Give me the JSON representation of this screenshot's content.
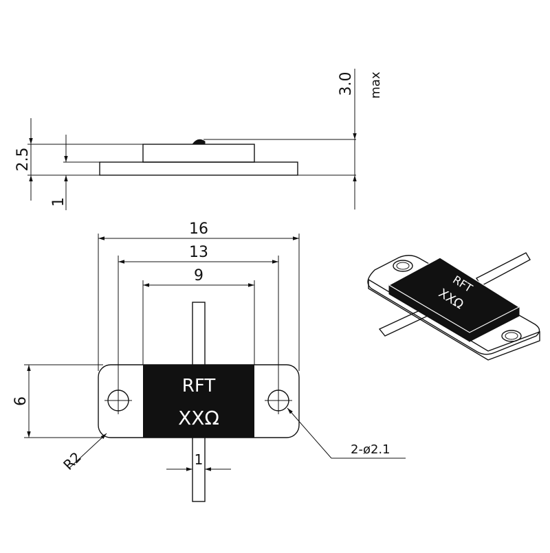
{
  "side_view": {
    "dim_total_height": "2.5",
    "dim_base_thickness": "1",
    "dim_tab_height": "3.0",
    "dim_tab_height_suffix": "max"
  },
  "top_view": {
    "dim_overall_width": "16",
    "dim_hole_spacing": "13",
    "dim_body_width": "9",
    "dim_height": "6",
    "dim_lead_width": "1",
    "dim_corner_radius": "R2",
    "dim_holes": "2-ø2.1",
    "marking_line1": "RFT",
    "marking_line2": "XXΩ"
  },
  "iso_view": {
    "marking_line1": "RFT",
    "marking_line2": "XXΩ"
  },
  "colors": {
    "ink": "#111111",
    "body": "#111111",
    "background": "#ffffff"
  }
}
